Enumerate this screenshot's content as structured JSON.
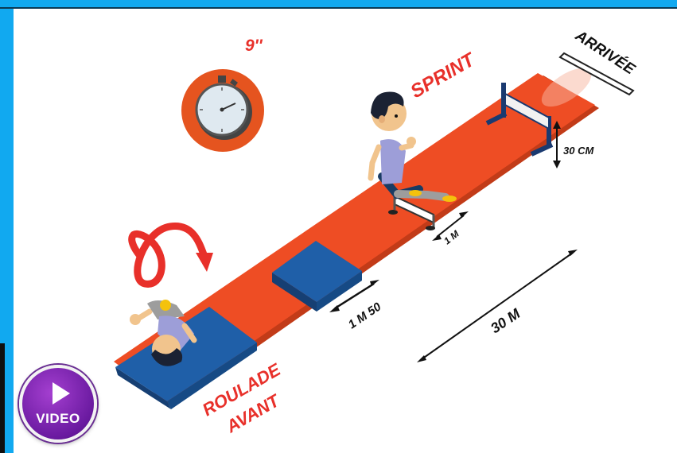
{
  "labels": {
    "time": "9''",
    "sprint": "SPRINT",
    "arrivee": "ARRIVÉE",
    "hurdle_height": "30 CM",
    "distance_1m": "1 M",
    "distance_1m50": "1 M 50",
    "distance_30m": "30 M",
    "roulade_line1": "ROULADE",
    "roulade_line2": "AVANT"
  },
  "video_button": {
    "label": "VIDEO"
  },
  "colors": {
    "frame": "#11a9f0",
    "track": "#ee4d24",
    "mat": "#1f5fa8",
    "label_red": "#e8302a"
  },
  "icons": [
    "stopwatch-icon",
    "play-icon",
    "curved-arrow-icon"
  ]
}
